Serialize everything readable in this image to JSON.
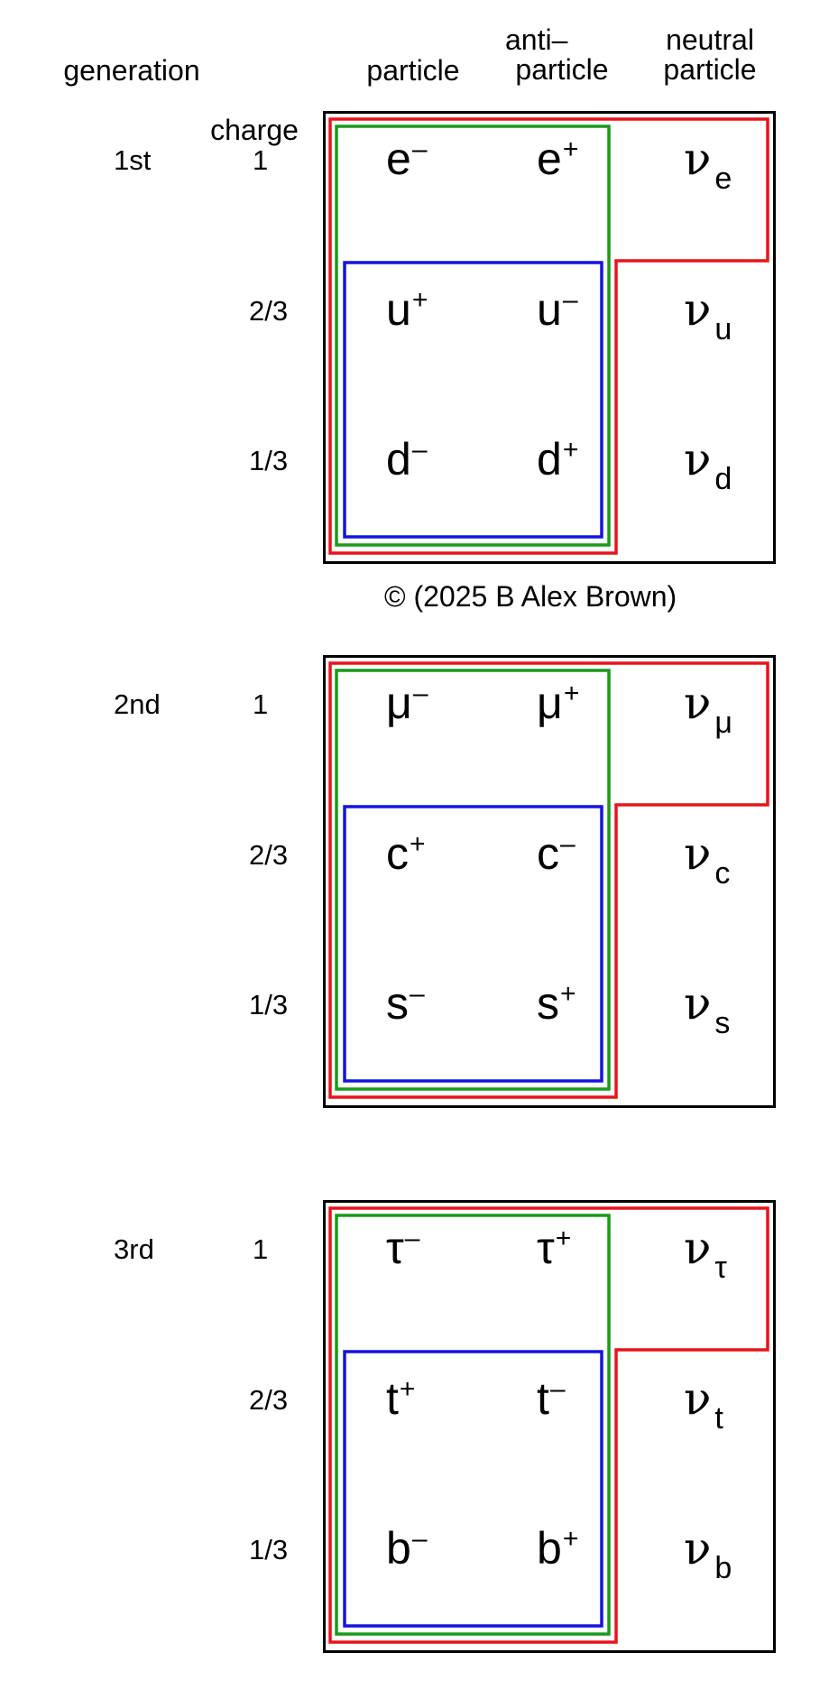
{
  "headers": {
    "generation": "generation",
    "particle": "particle",
    "antiparticle_line1": "anti–",
    "antiparticle_line2": "particle",
    "neutral_line1": "neutral",
    "neutral_line2": "particle",
    "charge": "charge"
  },
  "credit": "© (2025 B Alex Brown)",
  "charges": [
    "1",
    "2/3",
    "1/3"
  ],
  "colors": {
    "red": "#e8141b",
    "green": "#1a9a1a",
    "blue": "#1414e0",
    "frame": "#000000"
  },
  "generations": [
    {
      "label": "1st",
      "rows": [
        {
          "particle": {
            "base": "e",
            "sup": "–"
          },
          "anti": {
            "base": "e",
            "sup": "+"
          },
          "neutral": {
            "base": "ν",
            "sub": "e"
          }
        },
        {
          "particle": {
            "base": "u",
            "sup": "+"
          },
          "anti": {
            "base": "u",
            "sup": "–"
          },
          "neutral": {
            "base": "ν",
            "sub": "u"
          }
        },
        {
          "particle": {
            "base": "d",
            "sup": "–"
          },
          "anti": {
            "base": "d",
            "sup": "+"
          },
          "neutral": {
            "base": "ν",
            "sub": "d"
          }
        }
      ]
    },
    {
      "label": "2nd",
      "rows": [
        {
          "particle": {
            "base": "μ",
            "sup": "–"
          },
          "anti": {
            "base": "μ",
            "sup": "+"
          },
          "neutral": {
            "base": "ν",
            "sub": "μ"
          }
        },
        {
          "particle": {
            "base": "c",
            "sup": "+"
          },
          "anti": {
            "base": "c",
            "sup": "–"
          },
          "neutral": {
            "base": "ν",
            "sub": "c"
          }
        },
        {
          "particle": {
            "base": "s",
            "sup": "–"
          },
          "anti": {
            "base": "s",
            "sup": "+"
          },
          "neutral": {
            "base": "ν",
            "sub": "s"
          }
        }
      ]
    },
    {
      "label": "3rd",
      "rows": [
        {
          "particle": {
            "base": "τ",
            "sup": "–"
          },
          "anti": {
            "base": "τ",
            "sup": "+"
          },
          "neutral": {
            "base": "ν",
            "sub": "τ"
          }
        },
        {
          "particle": {
            "base": "t",
            "sup": "+"
          },
          "anti": {
            "base": "t",
            "sup": "–"
          },
          "neutral": {
            "base": "ν",
            "sub": "t"
          }
        },
        {
          "particle": {
            "base": "b",
            "sup": "–"
          },
          "anti": {
            "base": "b",
            "sup": "+"
          },
          "neutral": {
            "base": "ν",
            "sub": "b"
          }
        }
      ]
    }
  ]
}
